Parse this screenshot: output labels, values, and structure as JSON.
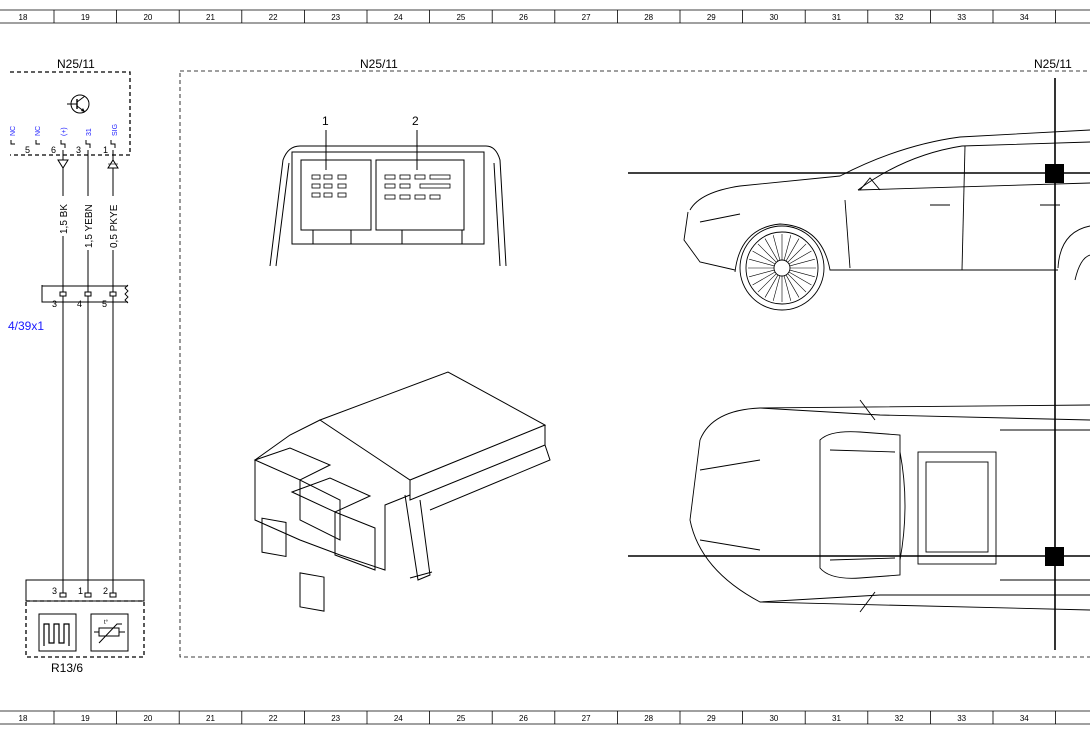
{
  "rulers": {
    "numbers": [
      "18",
      "19",
      "20",
      "21",
      "22",
      "23",
      "24",
      "25",
      "26",
      "27",
      "28",
      "29",
      "30",
      "31",
      "32",
      "33",
      "34"
    ]
  },
  "labels": {
    "module_left": "N25/11",
    "module_detail": "N25/11",
    "module_right": "N25/11",
    "resistor": "R13/6",
    "connector_ref": "4/39x1",
    "callout_1": "1",
    "callout_2": "2"
  },
  "module_pins": [
    {
      "signal": "NC",
      "number": "5"
    },
    {
      "signal": "NC",
      "number": "6"
    },
    {
      "signal": "(+)",
      "number": "3"
    },
    {
      "signal": "31",
      "number": "1"
    },
    {
      "signal": "SIG",
      "number": ""
    }
  ],
  "wires": [
    {
      "label": "1,5 BK"
    },
    {
      "label": "1,5 YEBN"
    },
    {
      "label": "0,5 PKYE"
    }
  ],
  "splice_pins": [
    "3",
    "4",
    "5"
  ],
  "resistor_pins": [
    "3",
    "1",
    "2"
  ],
  "colors": {
    "line": "#000000",
    "signal_text": "#1a1aff"
  },
  "icons": [
    "transistor-icon",
    "heater-element-icon",
    "temperature-sensor-icon",
    "ground-triangle-icon",
    "signal-triangle-icon"
  ]
}
